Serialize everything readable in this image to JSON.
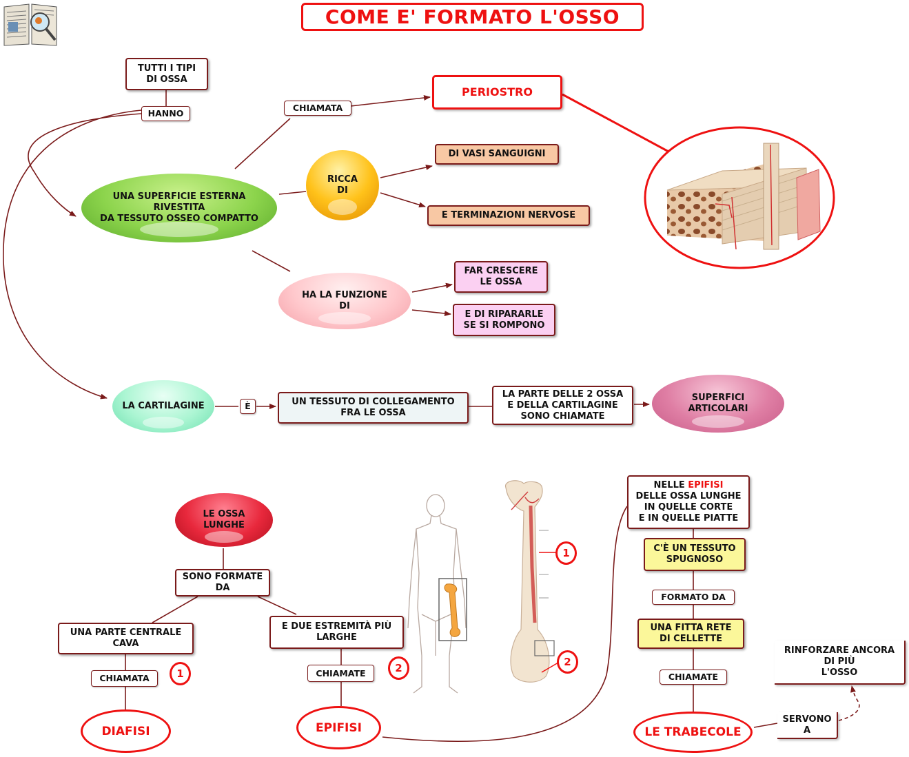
{
  "title": "COME E' FORMATO L'OSSO",
  "nodes": {
    "tutti_tipi": "TUTTI I TIPI\nDI OSSA",
    "hanno": "HANNO",
    "superficie": "UNA SUPERFICIE ESTERNA\nRIVESTITA\nDA TESSUTO OSSEO COMPATTO",
    "chiamata_top": "CHIAMATA",
    "periostro": "PERIOSTRO",
    "ricca": "RICCA\nDI",
    "vasi": "DI VASI SANGUIGNI",
    "terminazioni": "E TERMINAZIONI NERVOSE",
    "funzione": "HA LA FUNZIONE\nDI",
    "crescere": "FAR CRESCERE\nLE OSSA",
    "ripararle": "E DI RIPARARLE\nSE SI ROMPONO",
    "cartilagine": "LA CARTILAGINE",
    "e_accent": "È",
    "tessuto": "UN TESSUTO DI COLLEGAMENTO\nFRA LE OSSA",
    "parte": "LA PARTE DELLE 2 OSSA\nE DELLA CARTILAGINE\nSONO CHIAMATE",
    "superfici": "SUPERFICI\nARTICOLARI",
    "ossa_lunghe": "LE OSSA\nLUNGHE",
    "formate": "SONO FORMATE\nDA",
    "centrale": "UNA PARTE CENTRALE\nCAVA",
    "estremita": "E DUE ESTREMITÀ PIÙ\nLARGHE",
    "chiamata_d": "CHIAMATA",
    "chiamate_e": "CHIAMATE",
    "diafisi": "DIAFISI",
    "epifisi": "EPIFISI",
    "num1": "1",
    "num2": "2",
    "bone_num1": "1",
    "bone_num2": "2",
    "nelle_pre": "NELLE ",
    "nelle_red": "EPIFISI",
    "nelle_post": "\nDELLE OSSA LUNGHE\nIN QUELLE CORTE\nE IN QUELLE PIATTE",
    "spugnoso": "C'È UN TESSUTO\nSPUGNOSO",
    "formato_da": "FORMATO DA",
    "rete": "UNA FITTA RETE\nDI CELLETTE",
    "chiamate_t": "CHIAMATE",
    "trabecole": "LE TRABECOLE",
    "servono": "SERVONO\nA",
    "rinforzare": "RINFORZARE ANCORA\nDI PIÙ\nL'OSSO"
  },
  "colors": {
    "accent_red": "#e11111",
    "link": "#7a1a1a"
  },
  "icons": {
    "book": "book-magnifier-icon",
    "bone_section": "bone-cross-section-illustration",
    "human": "human-skeleton-figure",
    "femur": "femur-illustration"
  }
}
